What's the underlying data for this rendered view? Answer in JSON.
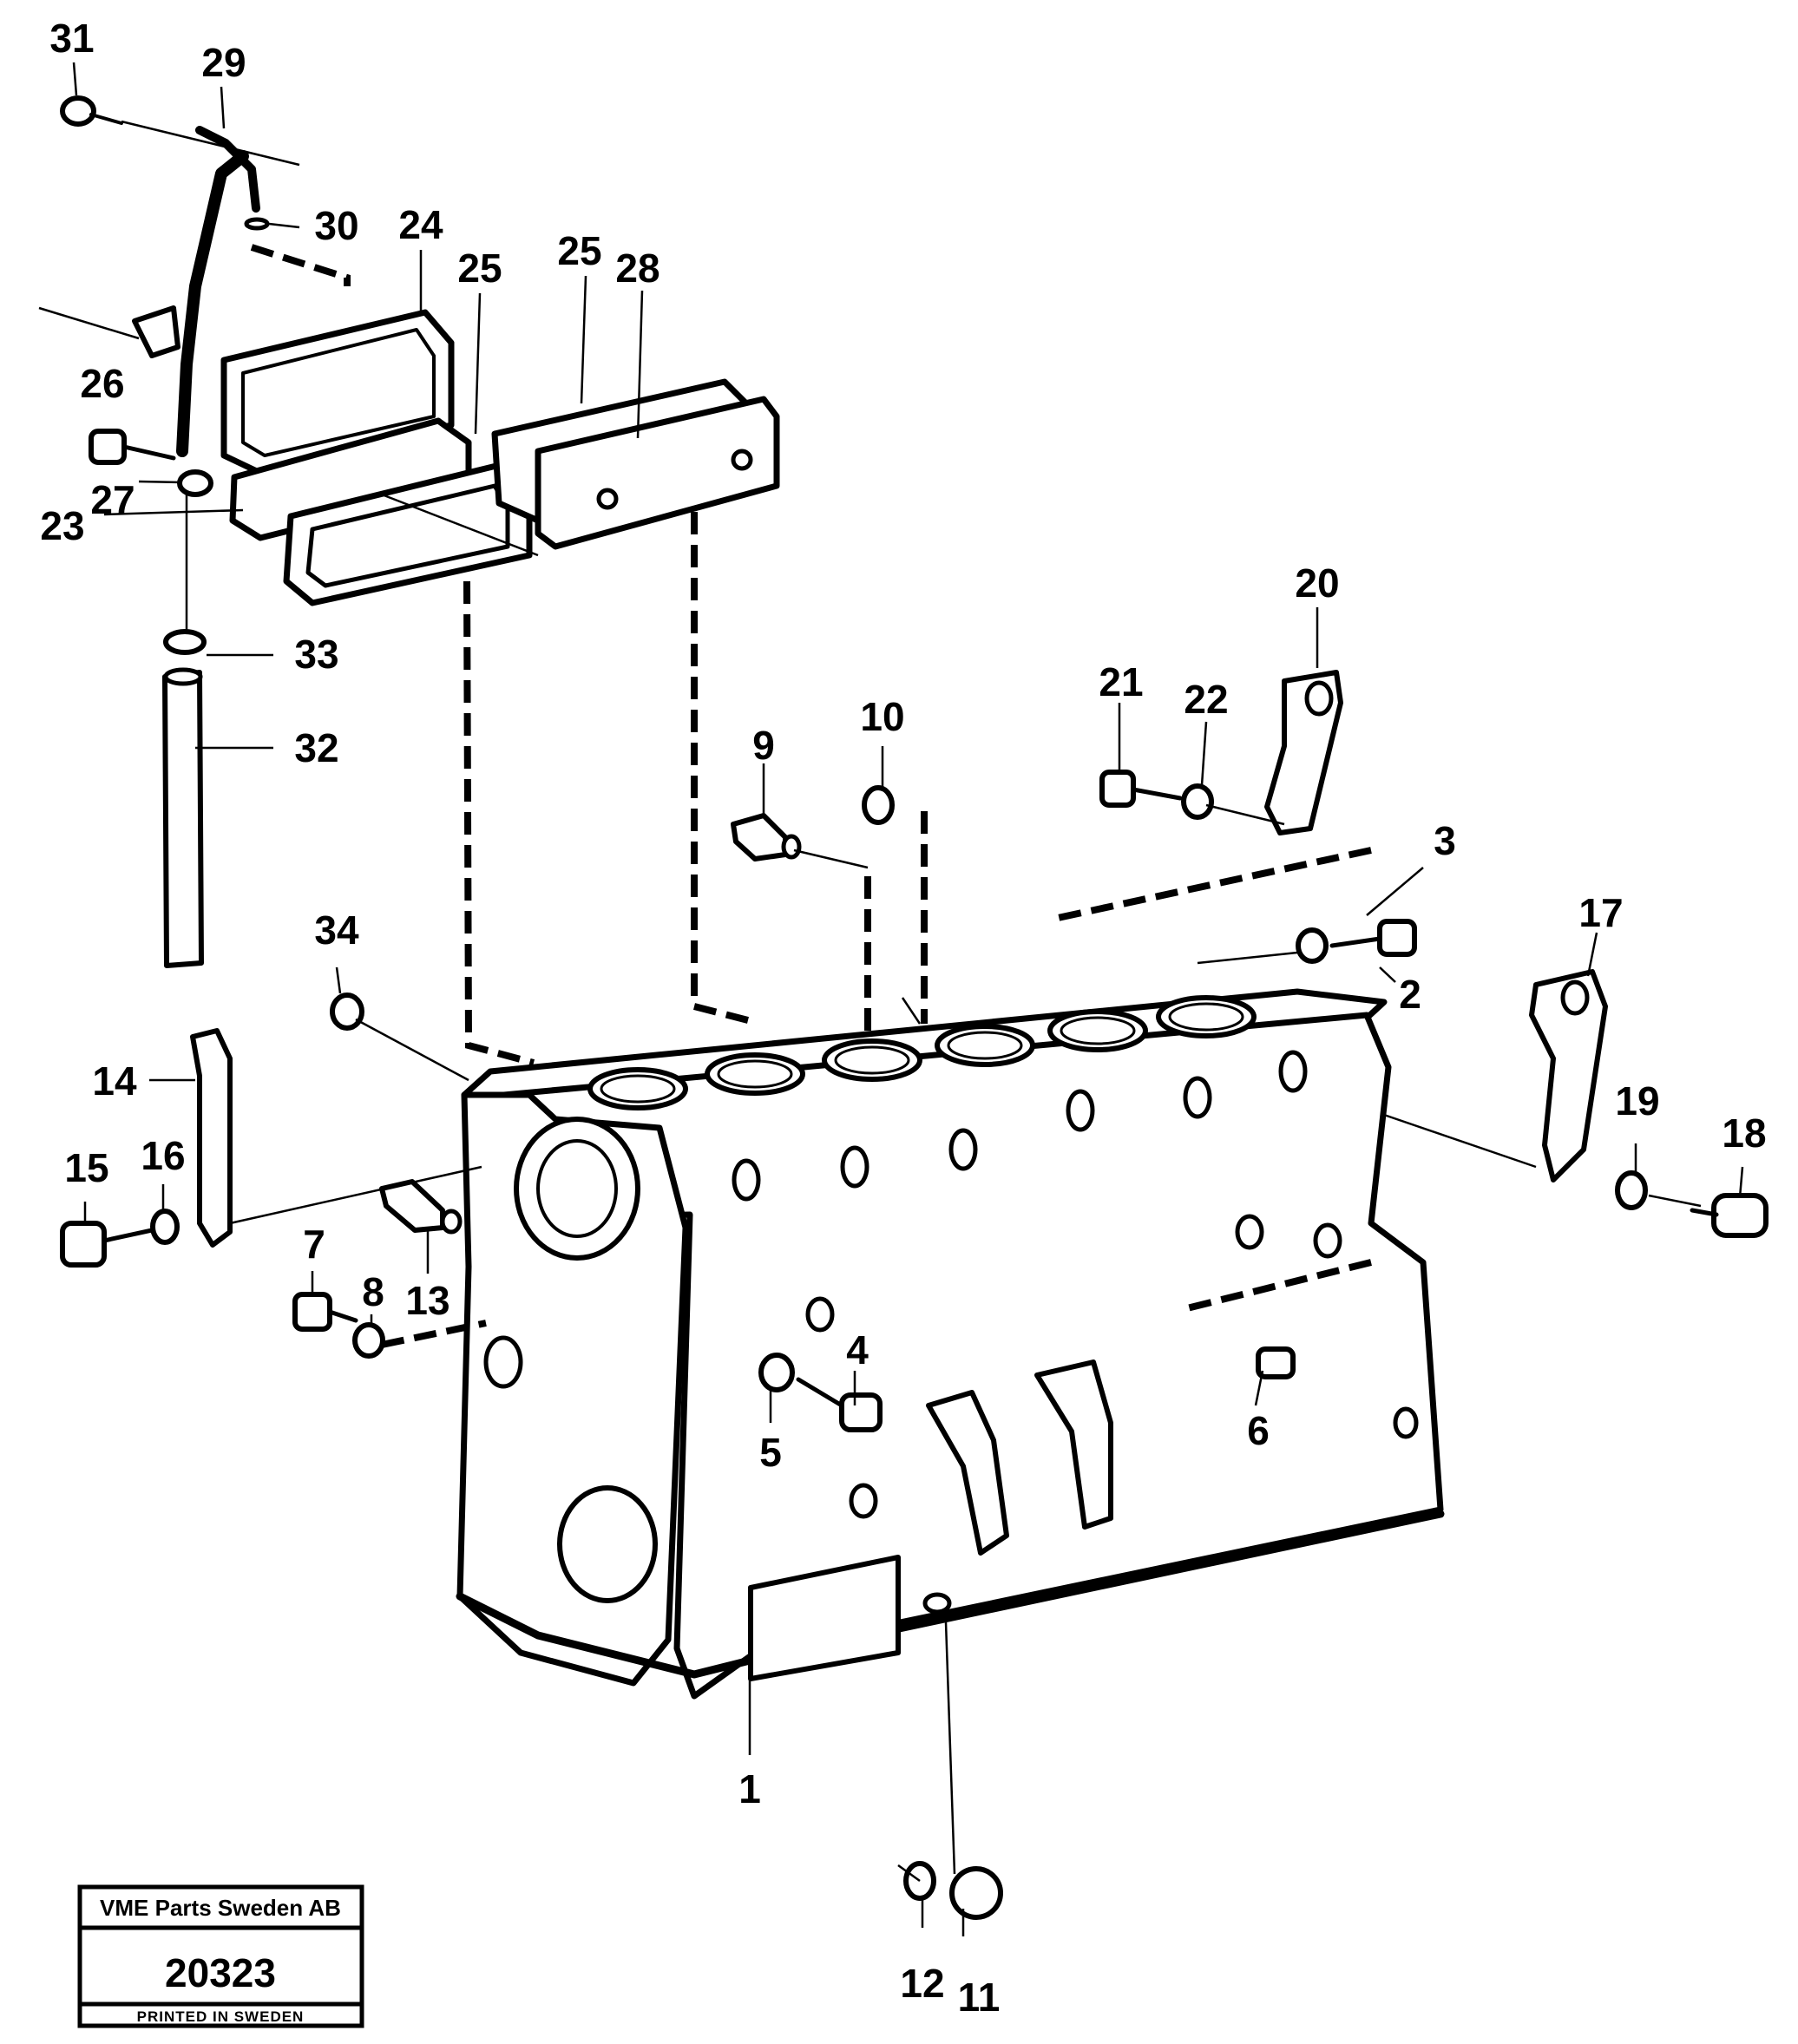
{
  "diagram": {
    "part_labels": [
      "1",
      "2",
      "3",
      "4",
      "5",
      "6",
      "7",
      "8",
      "9",
      "10",
      "11",
      "12",
      "13",
      "14",
      "15",
      "16",
      "17",
      "18",
      "19",
      "20",
      "21",
      "22",
      "23",
      "24",
      "25",
      "25",
      "26",
      "27",
      "28",
      "29",
      "30",
      "31",
      "32",
      "33",
      "34"
    ]
  },
  "stamp": {
    "company": "VME Parts Sweden AB",
    "number": "20323",
    "printed": "PRINTED IN SWEDEN"
  }
}
